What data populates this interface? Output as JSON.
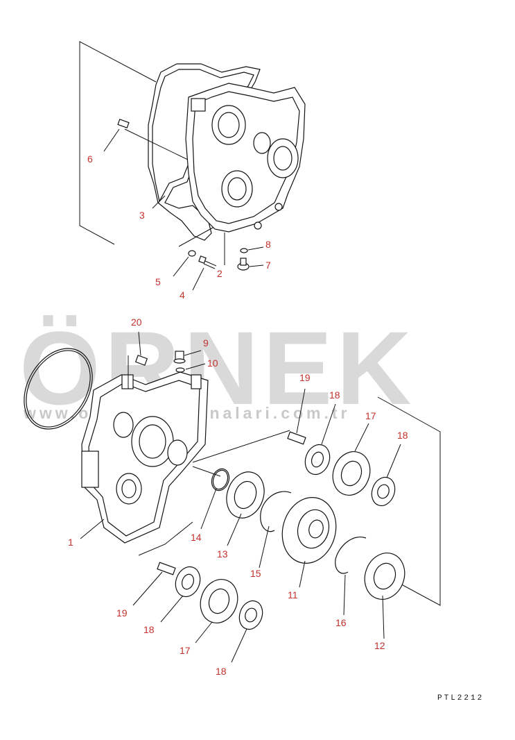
{
  "watermark": {
    "brand": "ÖRNEK",
    "url": "www.ornekismakinalari.com.tr",
    "accent_color": "#f1cf53",
    "text_color": "#d9d9d9"
  },
  "drawing_code": "PTL2212",
  "callout_color": "#c4302b",
  "callouts": {
    "c1": "1",
    "c2": "2",
    "c3": "3",
    "c4": "4",
    "c5": "5",
    "c6": "6",
    "c7": "7",
    "c8": "8",
    "c9": "9",
    "c10": "10",
    "c11": "11",
    "c12": "12",
    "c13": "13",
    "c14": "14",
    "c15": "15",
    "c16": "16",
    "c17a": "17",
    "c17b": "17",
    "c18a": "18",
    "c18b": "18",
    "c18c": "18",
    "c18d": "18",
    "c19a": "19",
    "c19b": "19",
    "c20": "20"
  }
}
